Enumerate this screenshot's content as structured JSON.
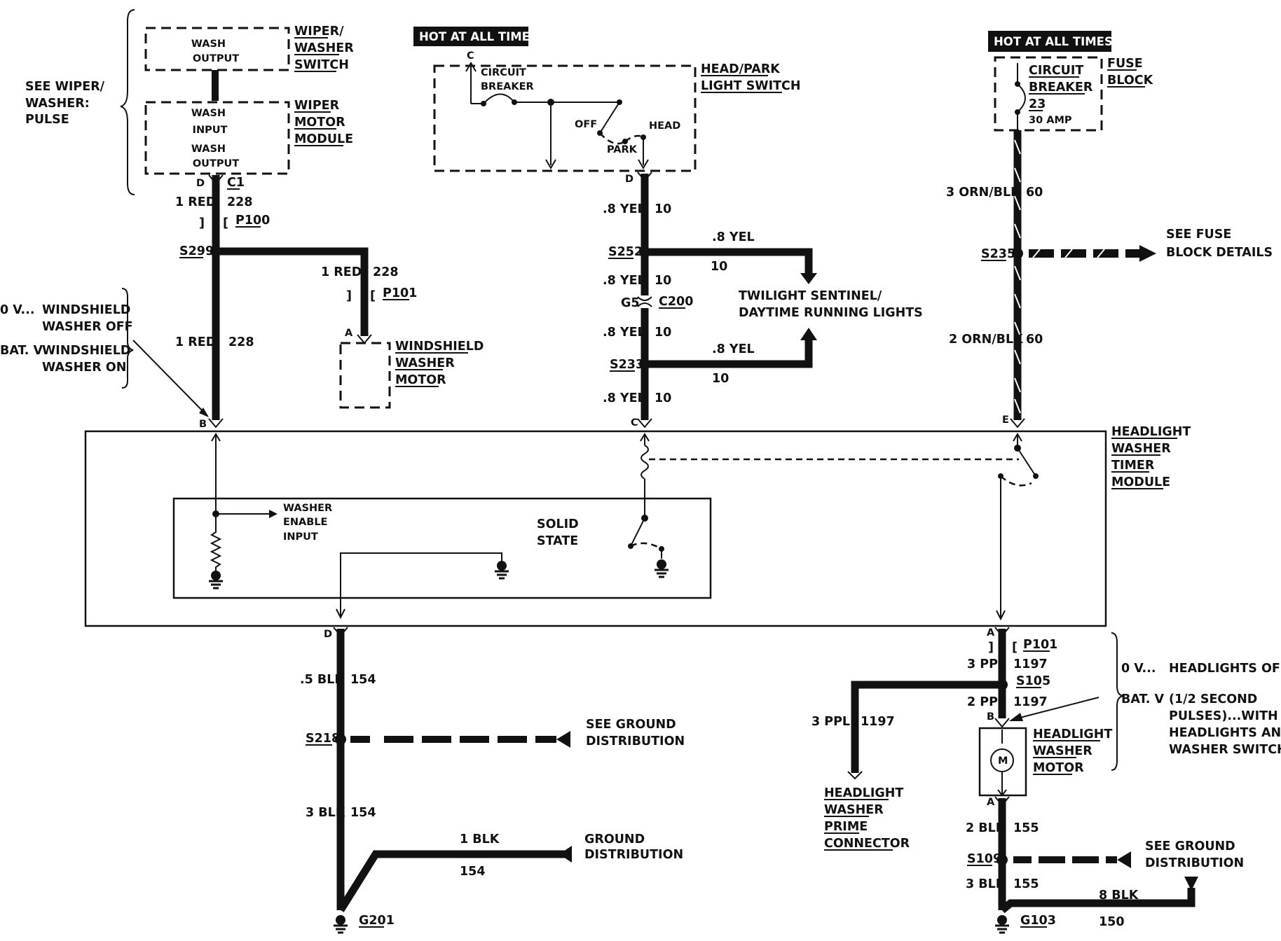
{
  "wiper_section": {
    "see_label": [
      "SEE WIPER/",
      "WASHER:",
      "PULSE"
    ],
    "wash_output_box": [
      "WASH",
      "OUTPUT"
    ],
    "switch_name": [
      "WIPER/",
      "WASHER",
      "SWITCH"
    ],
    "module_box_lines": [
      "WASH",
      "INPUT",
      "WASH",
      "OUTPUT"
    ],
    "module_name": [
      "WIPER",
      "MOTOR",
      "MODULE"
    ],
    "pin_d": "D",
    "conn_c1": "C1",
    "wire1_gauge": "1 RED",
    "wire1_circuit": "228",
    "conn_p100": "P100",
    "splice_s299": "S299",
    "branch_gauge": "1 RED",
    "branch_circuit": "228",
    "conn_p101": "P101",
    "pin_a": "A",
    "motor_name": [
      "WINDSHIELD",
      "WASHER",
      "MOTOR"
    ],
    "wire2_gauge": "1 RED",
    "wire2_circuit": "228",
    "volt_off_v": "0 V...",
    "volt_off_text": [
      "WINDSHIELD",
      "WASHER OFF"
    ],
    "volt_on_v": "BAT. V",
    "volt_on_text": [
      "WINDSHIELD",
      "WASHER ON"
    ],
    "pin_b": "B"
  },
  "head_section": {
    "hot_label": "HOT AT ALL TIMES",
    "pin_c_top": "C",
    "breaker": [
      "CIRCUIT",
      "BREAKER"
    ],
    "switch_off": "OFF",
    "switch_head": "HEAD",
    "switch_park": "PARK",
    "switch_name": [
      "HEAD/PARK",
      "LIGHT SWITCH"
    ],
    "pin_d": "D",
    "wire_a_gauge": ".8 YEL",
    "wire_a_circuit": "10",
    "splice_s252": "S252",
    "branch1_gauge": ".8 YEL",
    "branch1_circuit": "10",
    "wire_b_gauge": ".8 YEL",
    "wire_b_circuit": "10",
    "g5": "G5",
    "conn_c200": "C200",
    "target": [
      "TWILIGHT SENTINEL/",
      "DAYTIME RUNNING LIGHTS"
    ],
    "wire_c_gauge": ".8 YEL",
    "wire_c_circuit": "10",
    "splice_s233": "S233",
    "branch2_gauge": ".8 YEL",
    "branch2_circuit": "10",
    "wire_d_gauge": ".8 YEL",
    "wire_d_circuit": "10",
    "pin_c": "C"
  },
  "fuse_section": {
    "hot_label": "HOT AT ALL TIMES",
    "breaker": [
      "CIRCUIT",
      "BREAKER",
      "23"
    ],
    "amp": "30 AMP",
    "block_name": [
      "FUSE",
      "BLOCK"
    ],
    "wire_a_gauge": "3 ORN/BLK",
    "wire_a_circuit": "60",
    "splice_s235": "S235",
    "see_fuse": [
      "SEE FUSE",
      "BLOCK DETAILS"
    ],
    "wire_b_gauge": "2 ORN/BLK",
    "wire_b_circuit": "60",
    "pin_e": "E"
  },
  "timer_module": {
    "name": [
      "HEADLIGHT",
      "WASHER",
      "TIMER",
      "MODULE"
    ],
    "washer_enable": [
      "WASHER",
      "ENABLE",
      "INPUT"
    ],
    "solid_state": [
      "SOLID",
      "STATE"
    ]
  },
  "ground_section": {
    "pin_d": "D",
    "wire_a_gauge": ".5 BLK",
    "wire_a_circuit": "154",
    "splice_s218": "S218",
    "see_ground": [
      "SEE GROUND",
      "DISTRIBUTION"
    ],
    "wire_b_gauge": "3 BLK",
    "wire_b_circuit": "154",
    "branch_gauge": "1 BLK",
    "branch_circuit": "154",
    "ground_dist": [
      "GROUND",
      "DISTRIBUTION"
    ],
    "ground_g201": "G201"
  },
  "headlight_washer_section": {
    "pin_a_top": "A",
    "conn_p101": "P101",
    "wire_a_gauge": "3 PPL",
    "wire_a_circuit": "1197",
    "splice_s105": "S105",
    "wire_b_gauge": "2 PPL",
    "wire_b_circuit": "1197",
    "pin_b": "B",
    "motor_name": [
      "HEADLIGHT",
      "WASHER",
      "MOTOR"
    ],
    "motor_symbol": "M",
    "branch_gauge": "3 PPL",
    "branch_circuit": "1197",
    "prime_connector": [
      "HEADLIGHT",
      "WASHER",
      "PRIME",
      "CONNECTOR"
    ],
    "volt_off_v": "0 V...",
    "volt_off_text": "HEADLIGHTS OFF",
    "volt_on_v": "BAT. V",
    "volt_on_text": [
      "(1/2 SECOND",
      "PULSES)...WITH",
      "HEADLIGHTS AND",
      "WASHER SWITCH ON"
    ],
    "pin_a": "A",
    "wire_c_gauge": "2 BLK",
    "wire_c_circuit": "155",
    "splice_s109": "S109",
    "see_ground": [
      "SEE GROUND",
      "DISTRIBUTION"
    ],
    "wire_d_gauge": "3 BLK",
    "wire_d_circuit": "155",
    "wire_e_gauge": "8 BLK",
    "wire_e_circuit": "150",
    "ground_g103": "G103"
  }
}
